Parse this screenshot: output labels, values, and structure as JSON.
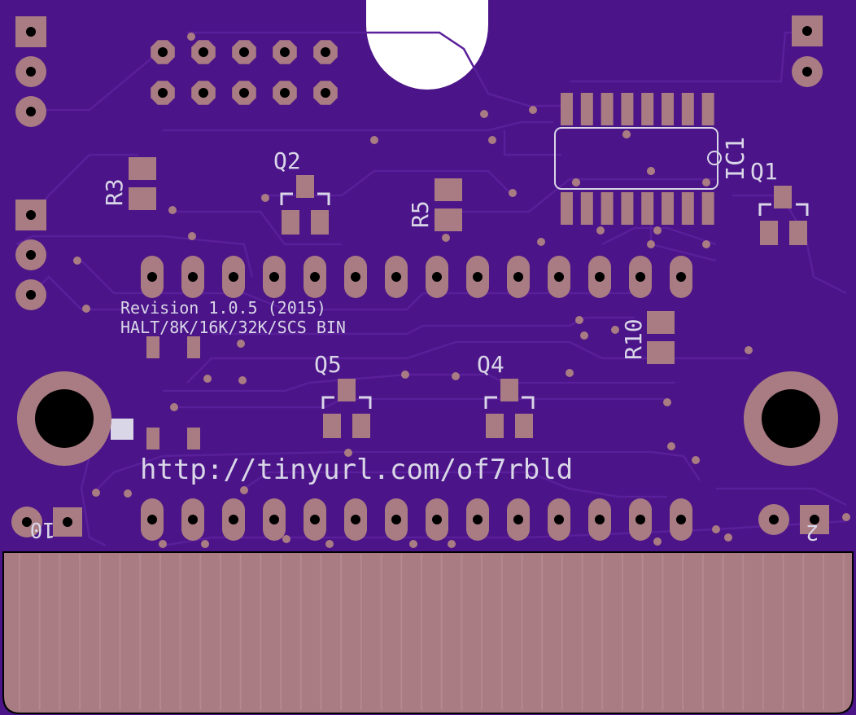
{
  "board": {
    "pcb_color": "#4b1488",
    "trace_color": "#5a1f9a",
    "copper_color": "#a97b82",
    "silk_color": "#d9d6e8",
    "silk_lines": [
      "Revision 1.0.5 (2015)",
      "HALT/8K/16K/32K/SCS BIN"
    ],
    "url": "http://tinyurl.com/of7rbld",
    "labels": {
      "q1": "Q1",
      "q2": "Q2",
      "q4": "Q4",
      "q5": "Q5",
      "r3": "R3",
      "r5": "R5",
      "r10": "R10",
      "ic1": "IC1",
      "pin_left": "10",
      "pin_right": "2"
    }
  }
}
